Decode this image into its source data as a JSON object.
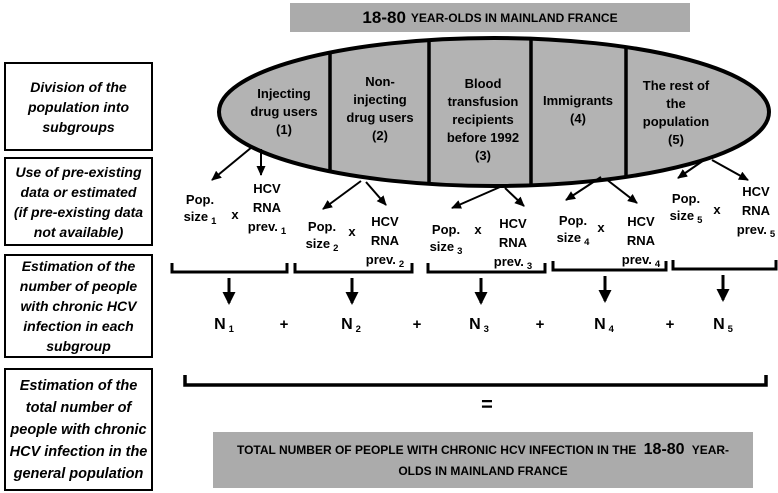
{
  "top_banner": {
    "age_range": "18-80",
    "rest": "YEAR-OLDS IN MAINLAND FRANCE"
  },
  "left_boxes": [
    {
      "lines": [
        "Division of the",
        "population into",
        "subgroups"
      ]
    },
    {
      "lines": [
        "Use of pre-existing",
        "data or estimated",
        "(if pre-existing data",
        "not available)"
      ]
    },
    {
      "lines": [
        "Estimation of the",
        "number of people",
        "with chronic HCV",
        "infection in each",
        "subgroup"
      ]
    },
    {
      "lines": [
        "Estimation of the",
        "total number of",
        "people with chronic",
        "HCV infection in the",
        "general population"
      ]
    }
  ],
  "ellipse_segments": [
    {
      "lines": [
        "Injecting",
        "drug users",
        "(1)"
      ]
    },
    {
      "lines": [
        "Non-",
        "injecting",
        "drug users",
        "(2)"
      ]
    },
    {
      "lines": [
        "Blood",
        "transfusion",
        "recipients",
        "before 1992",
        "(3)"
      ]
    },
    {
      "lines": [
        "Immigrants",
        "(4)"
      ]
    },
    {
      "lines": [
        "The rest of",
        "the",
        "population",
        "(5)"
      ]
    }
  ],
  "products": [
    {
      "pop_word1": "Pop.",
      "pop_word2": "size",
      "sub": "1",
      "times": "x",
      "hcv_word1": "HCV",
      "hcv_word2": "RNA",
      "hcv_word3": "prev."
    },
    {
      "pop_word1": "Pop.",
      "pop_word2": "size",
      "sub": "2",
      "times": "x",
      "hcv_word1": "HCV",
      "hcv_word2": "RNA",
      "hcv_word3": "prev."
    },
    {
      "pop_word1": "Pop.",
      "pop_word2": "size",
      "sub": "3",
      "times": "x",
      "hcv_word1": "HCV",
      "hcv_word2": "RNA",
      "hcv_word3": "prev."
    },
    {
      "pop_word1": "Pop.",
      "pop_word2": "size",
      "sub": "4",
      "times": "x",
      "hcv_word1": "HCV",
      "hcv_word2": "RNA",
      "hcv_word3": "prev."
    },
    {
      "pop_word1": "Pop.",
      "pop_word2": "size",
      "sub": "5",
      "times": "x",
      "hcv_word1": "HCV",
      "hcv_word2": "RNA",
      "hcv_word3": "prev."
    }
  ],
  "sum_row": {
    "terms": [
      {
        "base": "N",
        "sub": "1"
      },
      {
        "base": "N",
        "sub": "2"
      },
      {
        "base": "N",
        "sub": "3"
      },
      {
        "base": "N",
        "sub": "4"
      },
      {
        "base": "N",
        "sub": "5"
      }
    ],
    "plus": "+"
  },
  "equals": "=",
  "bottom_banner": {
    "line1_prefix": "TOTAL NUMBER OF PEOPLE WITH CHRONIC HCV INFECTION IN THE",
    "age_range": "18-80",
    "line1_suffix": "YEAR-",
    "line2": "OLDS IN MAINLAND FRANCE"
  },
  "colors": {
    "banner_gray": "#ababab",
    "ellipse_gray": "#b3b3b3",
    "ink": "#000000"
  }
}
